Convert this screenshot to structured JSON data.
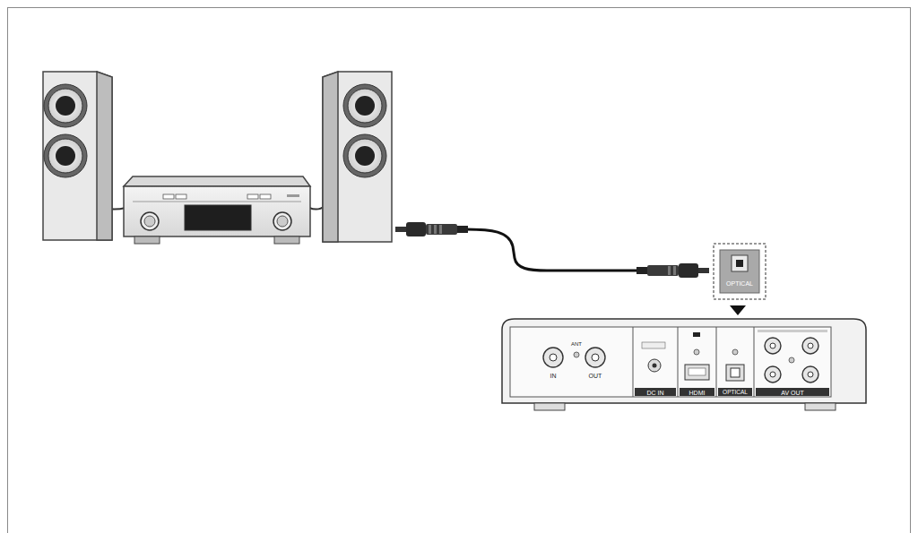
{
  "diagram": {
    "labels": [
      "IN",
      "ANT",
      "OUT",
      "DC IN",
      "HDMI",
      "OPTICAL",
      "AV OUT",
      "OPTICAL"
    ]
  }
}
